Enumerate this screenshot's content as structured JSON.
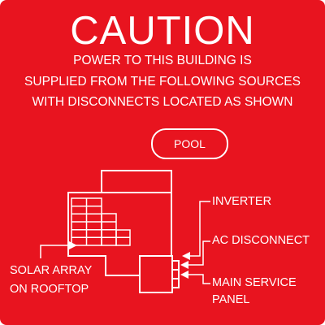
{
  "sign": {
    "background_color": "#e8141f",
    "foreground_color": "#ffffff",
    "title": "CAUTION",
    "subtitle_lines": [
      "POWER TO THIS BUILDING IS",
      "SUPPLIED FROM THE FOLLOWING SOURCES",
      "WITH DISCONNECTS LOCATED AS SHOWN"
    ],
    "pool_label": "POOL",
    "labels": {
      "inverter": "INVERTER",
      "ac_disconnect": "AC DISCONNECT",
      "main_service_panel_line1": "MAIN SERVICE",
      "main_service_panel_line2": "PANEL",
      "solar_array_line1": "SOLAR ARRAY",
      "solar_array_line2": "ON ROOFTOP"
    }
  }
}
